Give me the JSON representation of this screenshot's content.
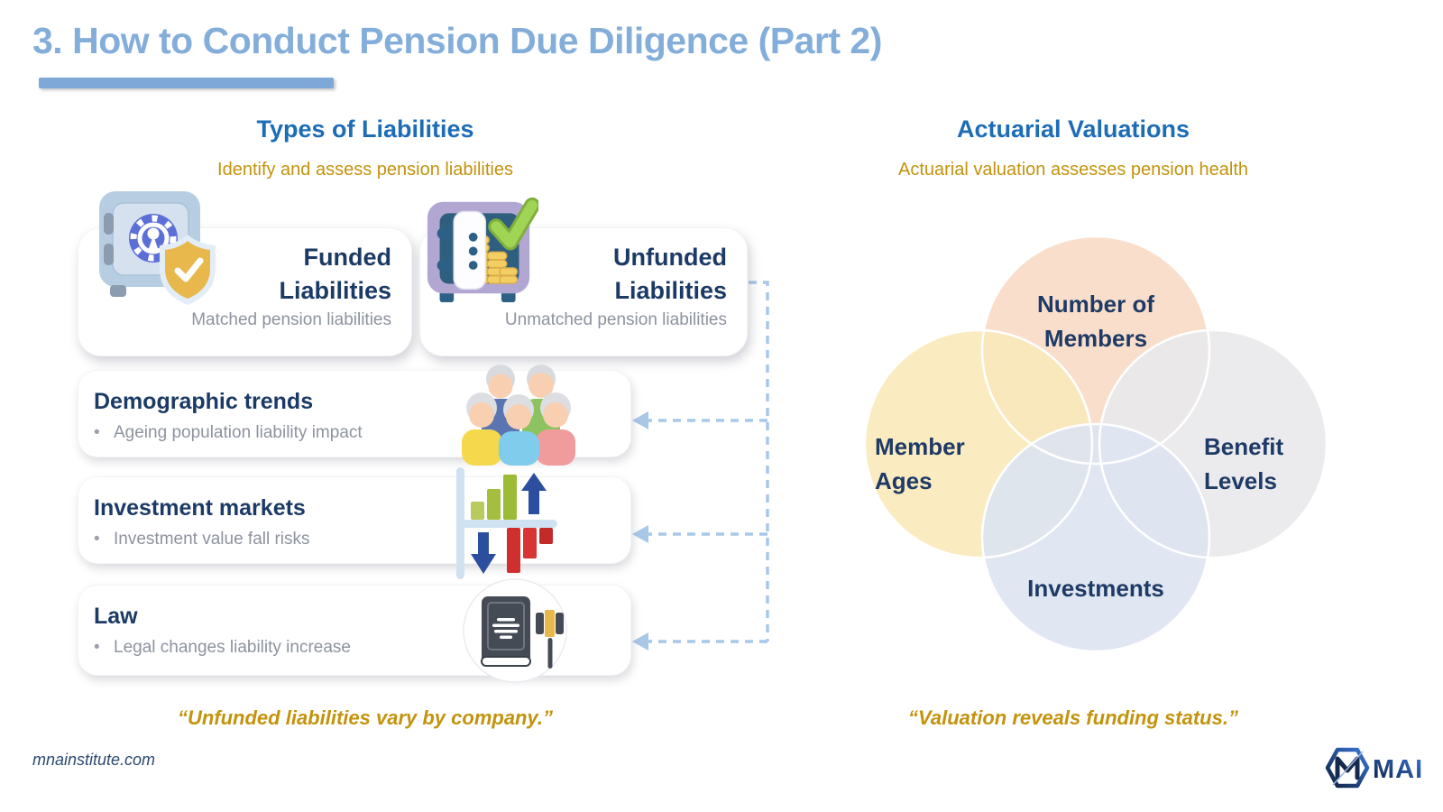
{
  "title": "3. How to Conduct Pension Due Diligence (Part 2)",
  "ui": {
    "bullet": "•"
  },
  "left": {
    "header": "Types of Liabilities",
    "subtitle": "Identify and assess pension liabilities",
    "cards": [
      {
        "line1": "Funded",
        "line2": "Liabilities",
        "desc": "Matched pension liabilities",
        "icon": "safe-shield-icon"
      },
      {
        "line1": "Unfunded",
        "line2": "Liabilities",
        "desc": "Unmatched pension liabilities",
        "icon": "open-safe-coins-check-icon"
      }
    ],
    "rows": [
      {
        "title": "Demographic trends",
        "bullet_text": "Ageing population liability impact",
        "icon": "elderly-group-icon"
      },
      {
        "title": "Investment markets",
        "bullet_text": "Investment value fall risks",
        "icon": "market-up-down-icon"
      },
      {
        "title": "Law",
        "bullet_text": "Legal changes liability increase",
        "icon": "law-book-gavel-icon"
      }
    ],
    "quote": "“Unfunded liabilities vary by company.”"
  },
  "right": {
    "header": "Actuarial Valuations",
    "subtitle": "Actuarial valuation assesses pension health",
    "venn": {
      "top": {
        "lines": [
          "Number of",
          "Members"
        ],
        "color": "#f8dcc7"
      },
      "left": {
        "lines": [
          "Member",
          "Ages"
        ],
        "color": "#fbe9bc"
      },
      "right": {
        "lines": [
          "Benefit",
          "Levels"
        ],
        "color": "#e9e9ec"
      },
      "bottom": {
        "lines": [
          "Investments"
        ],
        "color": "#dde5f1"
      }
    },
    "quote": "“Valuation reveals funding status.”"
  },
  "footer": {
    "site": "mnainstitute.com",
    "logo_text": "MAI"
  },
  "colors": {
    "title_blue": "#84aeda",
    "header_blue": "#1d6db6",
    "gold": "#c3930d",
    "navy": "#1b3a66",
    "gray_text": "#8d939e",
    "connector_blue": "#a9c8e8"
  }
}
